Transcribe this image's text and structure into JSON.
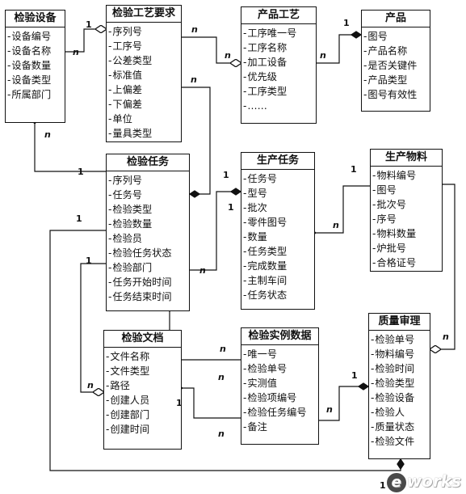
{
  "entities": {
    "device": {
      "title": "检验设备",
      "attrs": [
        "设备编号",
        "设备名称",
        "设备数量",
        "设备类型",
        "所属部门"
      ]
    },
    "process_req": {
      "title": "检验工艺要求",
      "attrs": [
        "序列号",
        "工序号",
        "公差类型",
        "标准值",
        "上偏差",
        "下偏差",
        "单位",
        "量具类型"
      ]
    },
    "craft": {
      "title": "产品工艺",
      "attrs": [
        "工序唯一号",
        "工序名称",
        "加工设备",
        "优先级",
        "工序类型",
        "……"
      ]
    },
    "product": {
      "title": "产品",
      "attrs": [
        "图号",
        "产品名称",
        "是否关键件",
        "产品类型",
        "图号有效性"
      ]
    },
    "task": {
      "title": "检验任务",
      "attrs": [
        "序列号",
        "任务号",
        "检验类型",
        "检验数量",
        "检验员",
        "检验任务状态",
        "检验部门",
        "任务开始时间",
        "任务结束时间"
      ]
    },
    "prod_task": {
      "title": "生产任务",
      "attrs": [
        "任务号",
        "型号",
        "批次",
        "零件图号",
        "数量",
        "任务类型",
        "完成数量",
        "主制车间",
        "任务状态"
      ]
    },
    "material": {
      "title": "生产物料",
      "attrs": [
        "物料编号",
        "图号",
        "批次号",
        "序号",
        "物料数量",
        "炉批号",
        "合格证号"
      ]
    },
    "doc": {
      "title": "检验文档",
      "attrs": [
        "文件名称",
        "文件类型",
        "路径",
        "创建人员",
        "创建部门",
        "创建时间"
      ]
    },
    "instance": {
      "title": "检验实例数据",
      "attrs": [
        "唯一号",
        "检验单号",
        "实测值",
        "检验项编号",
        "检验任务编号",
        "备注"
      ]
    },
    "quality": {
      "title": "质量审理",
      "attrs": [
        "检验单号",
        "物料编号",
        "检验时间",
        "检验类型",
        "检验设备",
        "检验人",
        "质量状态",
        "检验文件"
      ]
    }
  },
  "multiplicity": {
    "one": "1",
    "many": "n"
  },
  "logo": {
    "letter": "e",
    "text": "works"
  }
}
